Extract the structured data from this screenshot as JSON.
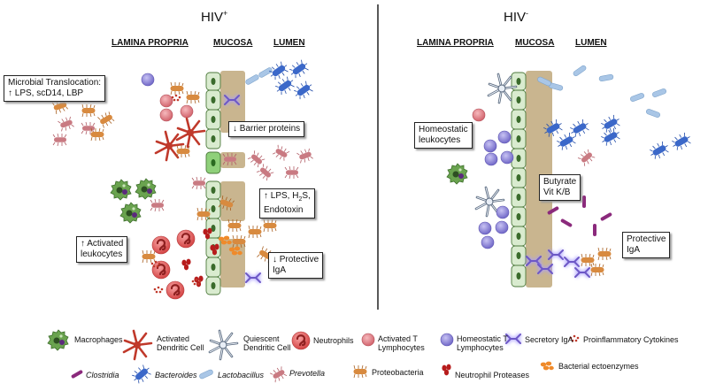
{
  "titles": {
    "left": "HIV",
    "left_sup": "+",
    "right": "HIV",
    "right_sup": "-"
  },
  "columns": {
    "left": [
      "LAMINA PROPRIA",
      "MUCOSA",
      "LUMEN"
    ],
    "right": [
      "LAMINA PROPRIA",
      "MUCOSA",
      "LUMEN"
    ]
  },
  "boxes": {
    "translocation_line1": "Microbial Translocation:",
    "translocation_line2": "↑ LPS, scD14, LBP",
    "barrier": "↓ Barrier proteins",
    "lps_line1": "↑ LPS, H",
    "lps_sub": "2",
    "lps_s": "S,",
    "lps_line2": "Endotoxin",
    "activated_line1": "↑ Activated",
    "activated_line2": "leukocytes",
    "protective_neg_line1": "↓ Protective",
    "protective_neg_line2": "IgA",
    "homeostatic_line1": "Homeostatic",
    "homeostatic_line2": "leukocytes",
    "butyrate_line1": "Butyrate",
    "butyrate_line2": "Vit K/B",
    "protective_pos_line1": "Protective",
    "protective_pos_line2": "IgA"
  },
  "legend": {
    "macrophages": "Macrophages",
    "activated_dc_1": "Activated",
    "activated_dc_2": "Dendritic Cell",
    "quiescent_dc_1": "Quiescent",
    "quiescent_dc_2": "Dendritic Cell",
    "neutrophils": "Neutrophils",
    "activated_t_1": "Activated T",
    "activated_t_2": "Lymphocytes",
    "homeostatic_t_1": "Homeostatic T",
    "homeostatic_t_2": "Lymphocytes",
    "secretory_iga": "Secretory IgA",
    "cytokines": "Proinflammatory Cytokines",
    "clostridia": "Clostridia",
    "bacteroides": "Bacteroides",
    "lactobacillus": "Lactobacillus",
    "prevotella": "Prevotella",
    "proteobacteria": "Proteobacteria",
    "neutrophil_proteases": "Neutrophil Proteases",
    "ectoenzymes": "Bacterial ectoenzymes"
  },
  "colors": {
    "mucosa": "#c9b58f",
    "epithelium": "#d9ebcf",
    "epithelium_stroke": "#4d7a3c",
    "activated_t": "#e07f86",
    "homeostatic_t": "#8d85d8",
    "bacteroides": "#3b68c9",
    "prevotella": "#c97a82",
    "proteobacteria": "#d88a3f",
    "lactobacillus": "#a9c6e6",
    "clostridia": "#8b2a7c",
    "iga": "#6d58c6",
    "neutrophil": "#e05a5a",
    "protease": "#b71c1c",
    "ectoenzyme": "#ef8a2a",
    "macrophage": "#4e8a3a",
    "activated_dc": "#c0392b",
    "quiescent_dc": "#55657a"
  }
}
